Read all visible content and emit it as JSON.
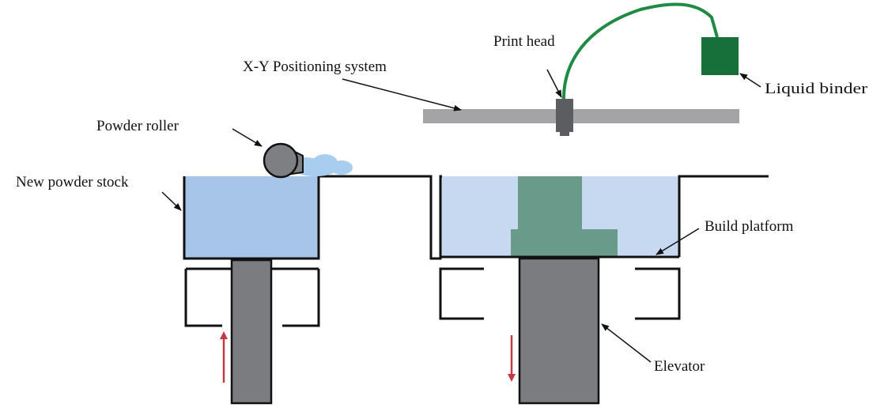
{
  "labels": {
    "print_head": "Print head",
    "xy_system": "X-Y Positioning system",
    "liquid_binder": "Liquid binder",
    "powder_roller": "Powder roller",
    "new_powder_stock": "New powder stock",
    "build_platform": "Build platform",
    "elevator": "Elevator"
  },
  "colors": {
    "outline": "#111111",
    "powder_stock": "#a6c5e9",
    "build_powder": "#c6d9f0",
    "printed_part": "#6a9a8a",
    "piston": "#7b7c80",
    "rail": "#a4a4a6",
    "print_head": "#5c5d60",
    "binder_tank": "#17703a",
    "binder_hose": "#1f8a43",
    "roller": "#7e7f83",
    "powder_cloud": "#a9cdee",
    "motion_arrow": "#c23a45"
  },
  "motion": {
    "stock_piston": "up",
    "build_elevator": "down"
  }
}
